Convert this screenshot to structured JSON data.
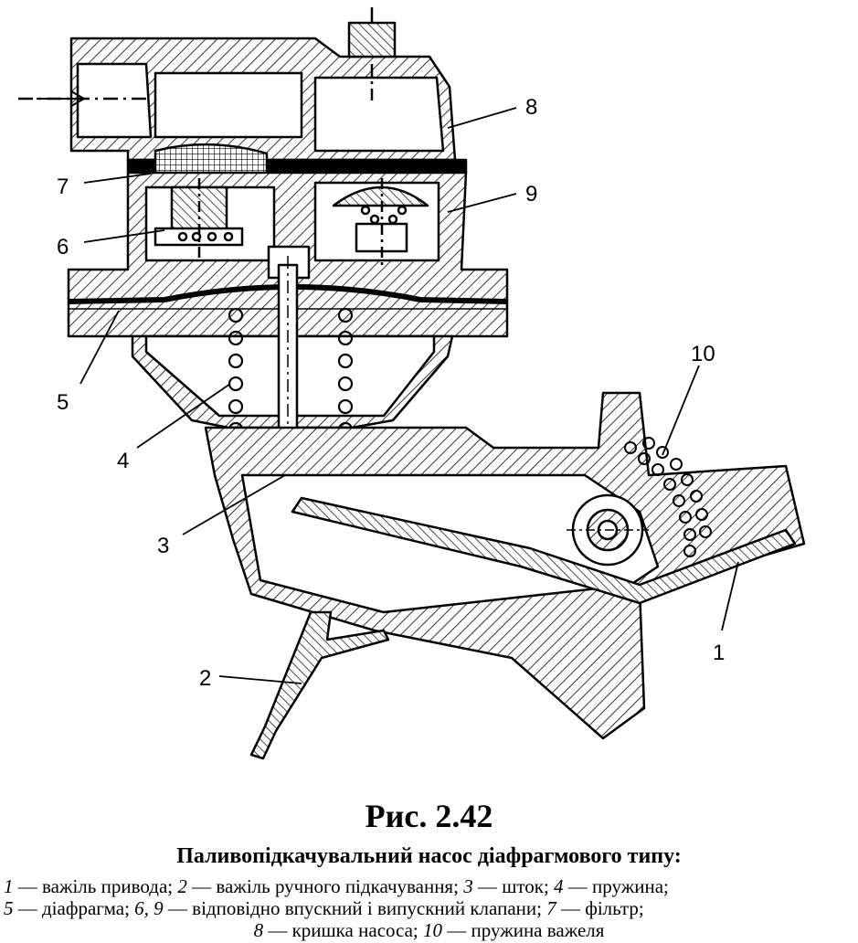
{
  "figure": {
    "title": "Рис. 2.42",
    "subtitle": "Паливопідкачувальний насос діафрагмового типу:",
    "legend_lines": [
      [
        {
          "n": "1",
          "t": " — важіль привода; "
        },
        {
          "n": "2",
          "t": " — важіль ручного підкачування; "
        },
        {
          "n": "3",
          "t": " — шток; "
        },
        {
          "n": "4",
          "t": " — пружина;"
        }
      ],
      [
        {
          "n": "5",
          "t": " — діафрагма; "
        },
        {
          "n": "6, 9",
          "t": " — відповідно впускний і випускний клапани; "
        },
        {
          "n": "7",
          "t": " — фільтр;"
        }
      ],
      [
        {
          "n": "8",
          "t": " — кришка насоса; "
        },
        {
          "n": "10",
          "t": " — пружина важеля"
        }
      ]
    ]
  },
  "callouts": [
    "1",
    "2",
    "3",
    "4",
    "5",
    "6",
    "7",
    "8",
    "9",
    "10"
  ],
  "colors": {
    "ink": "#000000",
    "paper": "#ffffff"
  }
}
